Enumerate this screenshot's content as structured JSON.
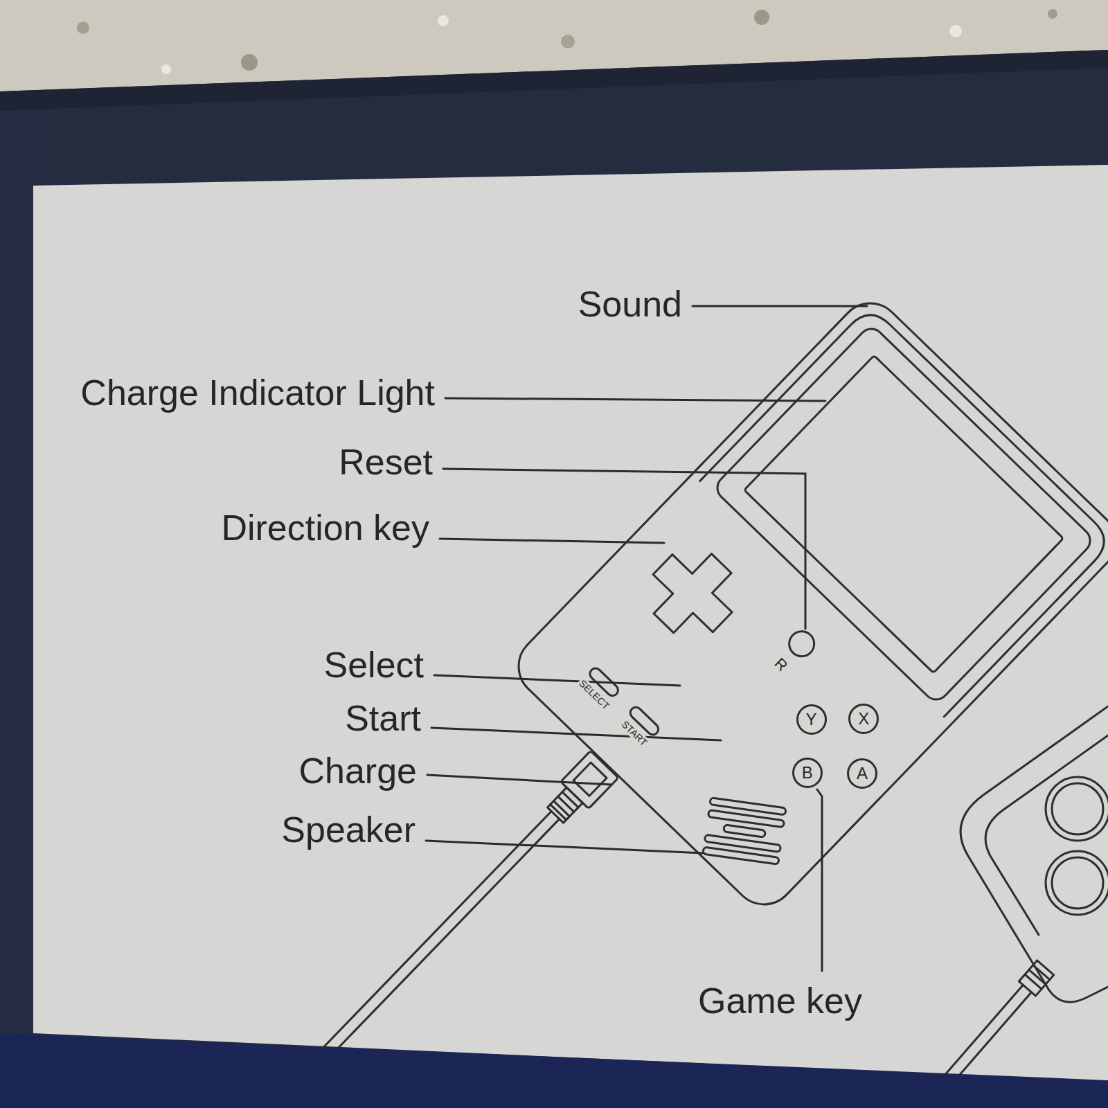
{
  "diagram": {
    "nodes": [
      {
        "text": [
          "Y"
        ]
      },
      {
        "text": [
          "X"
        ]
      },
      {
        "text": [
          "B"
        ]
      },
      {
        "text": [
          "A"
        ]
      }
    ],
    "labels": [
      "Sound",
      "Charge Indicator Light",
      "Reset",
      "Direction key",
      "Select",
      "Start",
      "Charge",
      "Speaker",
      "Game key",
      "R",
      "SELECT",
      "START"
    ]
  }
}
